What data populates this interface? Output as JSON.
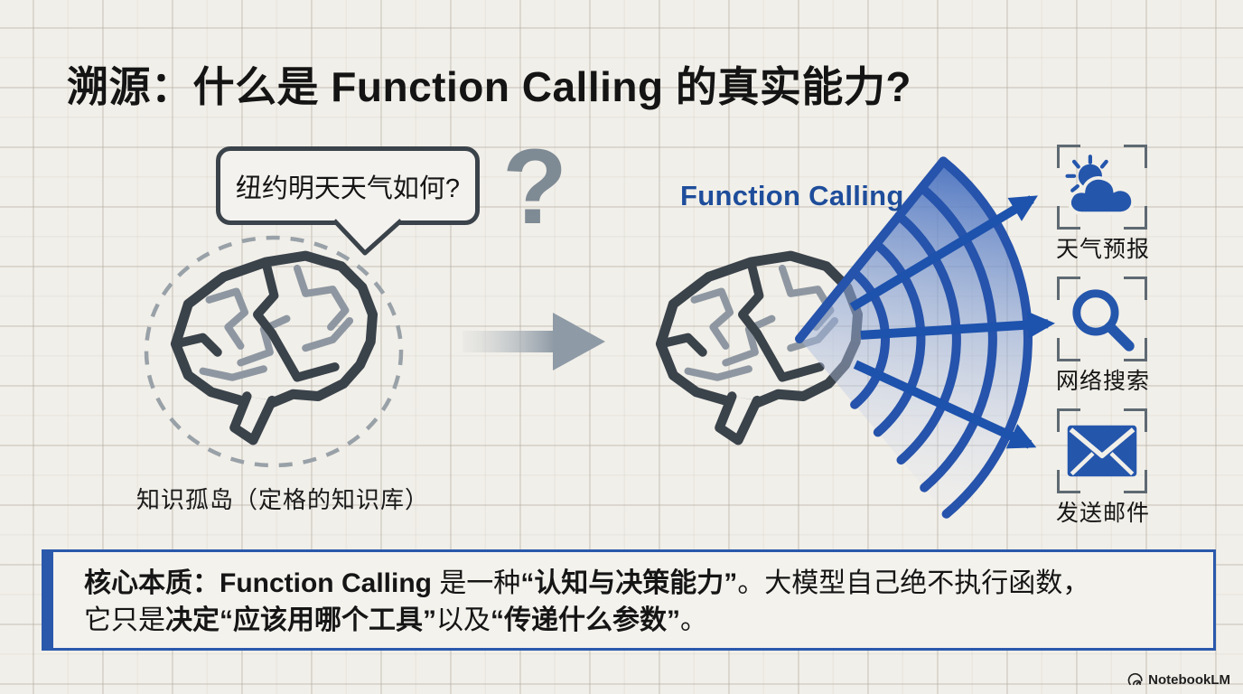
{
  "page_title": "溯源：什么是 Function Calling 的真实能力?",
  "left_scene": {
    "bubble_text": "纽约明天天气如何?",
    "question_mark": "?",
    "caption": "知识孤岛（定格的知识库）"
  },
  "right_scene": {
    "label": "Function Calling",
    "tools": [
      {
        "icon": "weather-icon",
        "label": "天气预报"
      },
      {
        "icon": "search-icon",
        "label": "网络搜索"
      },
      {
        "icon": "mail-icon",
        "label": "发送邮件"
      }
    ]
  },
  "callout": {
    "lines": [
      [
        {
          "text": "核心本质：Function Calling ",
          "bold": true
        },
        {
          "text": "是一种",
          "bold": false
        },
        {
          "text": "“认知与决策能力”",
          "bold": true
        },
        {
          "text": "。大模型自己绝不执行函数，",
          "bold": false
        }
      ],
      [
        {
          "text": "它只是",
          "bold": false
        },
        {
          "text": "决定",
          "bold": true
        },
        {
          "text": "“应该用哪个工具”",
          "bold": true
        },
        {
          "text": "以及",
          "bold": false
        },
        {
          "text": "“传递什么参数”",
          "bold": true
        },
        {
          "text": "。",
          "bold": false
        }
      ]
    ]
  },
  "footer": {
    "brand": "NotebookLM"
  },
  "colors": {
    "accent_blue": "#2a58ad",
    "fan_stroke": "#2653ab",
    "arrow_blue": "#1d52ad",
    "dark_slate": "#3a424a",
    "gray_line": "#8e97a1",
    "label_blue": "#1e4d9b"
  }
}
